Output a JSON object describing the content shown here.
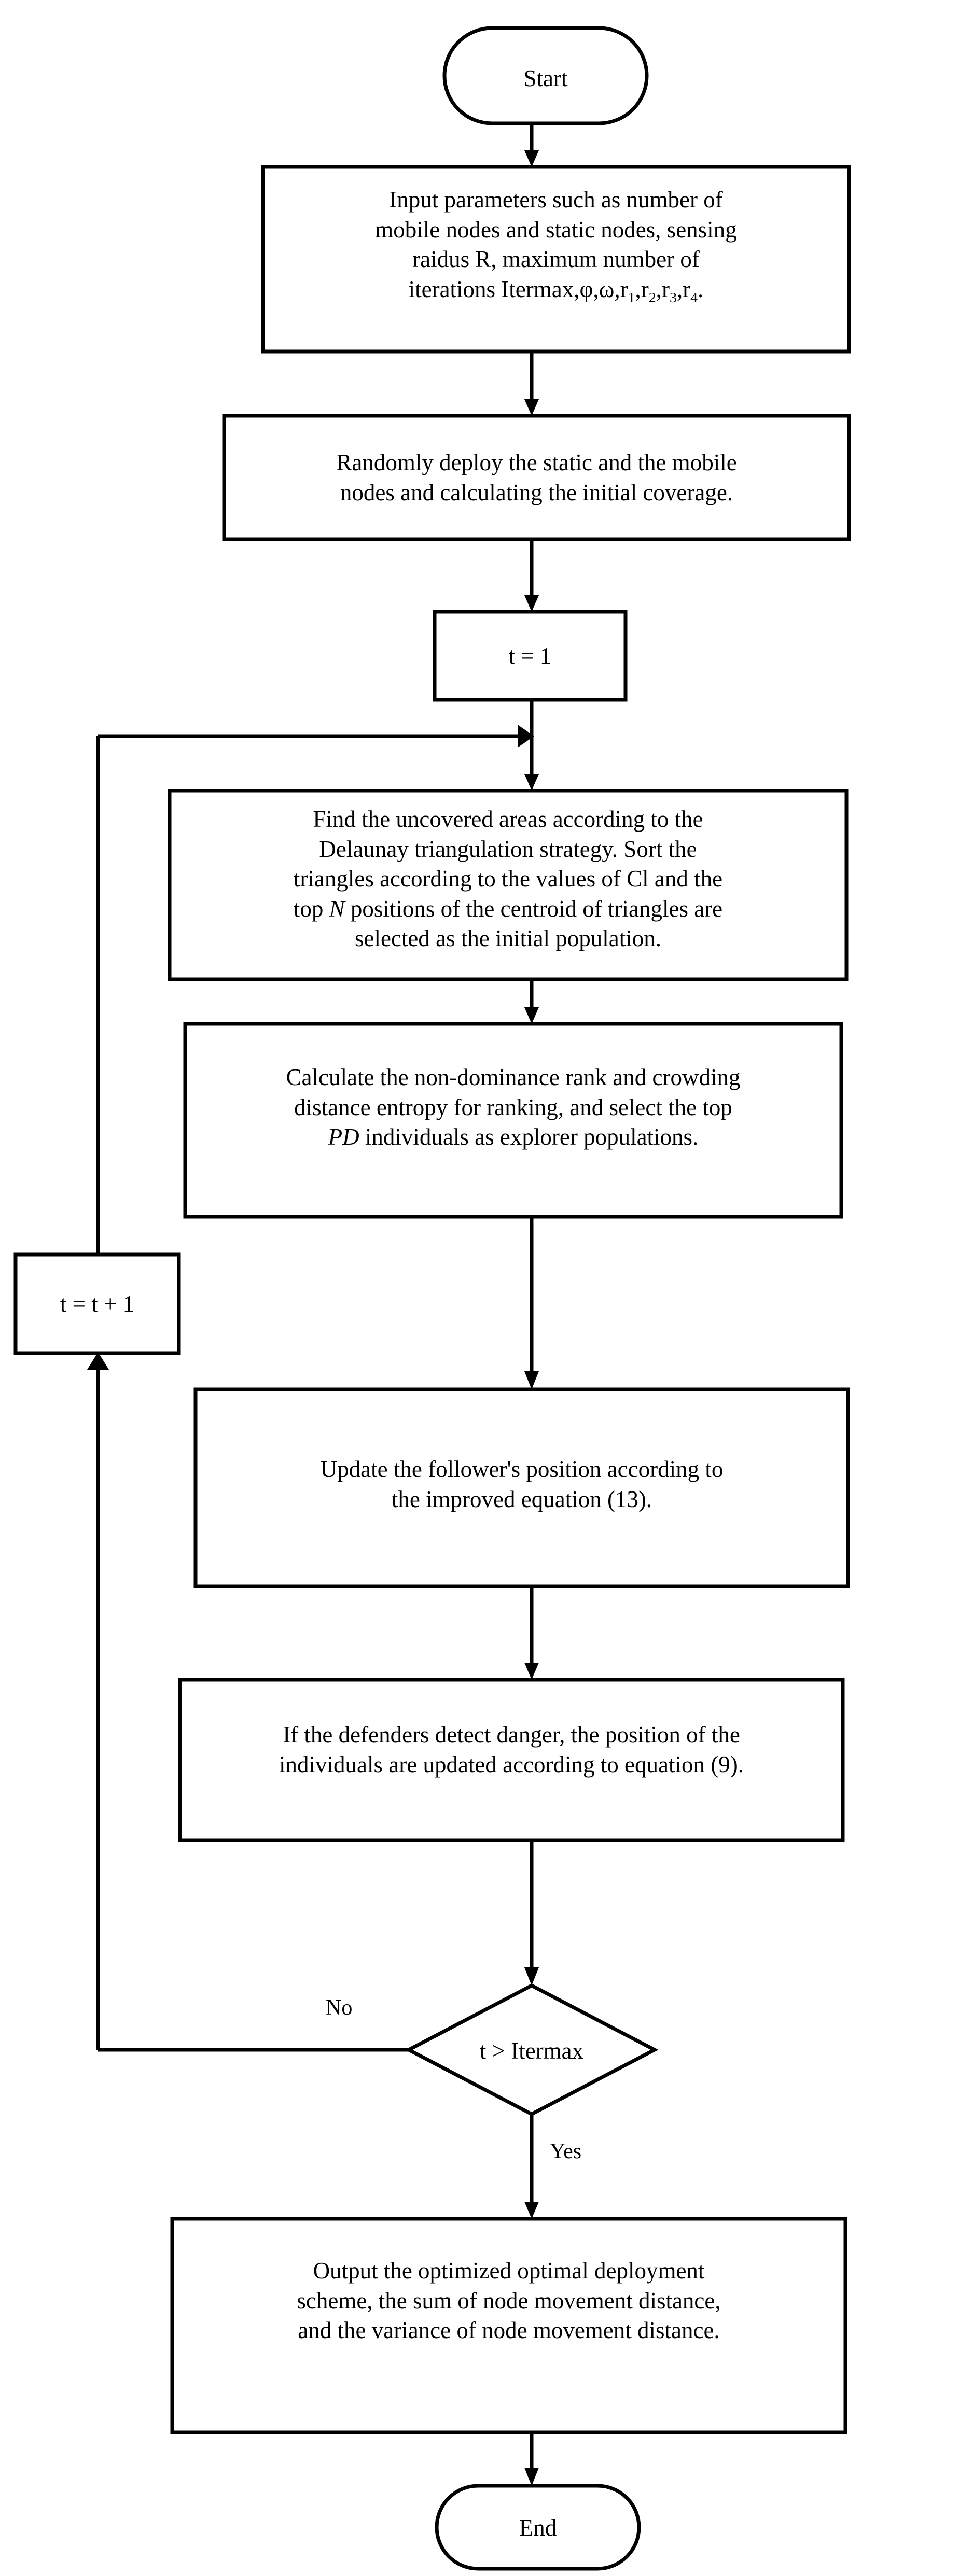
{
  "diagram": {
    "title_visible": false,
    "colors": {
      "stroke": "#000000",
      "fill": "#ffffff",
      "text": "#000000"
    },
    "nodes": {
      "start": {
        "type": "terminator",
        "label": "Start"
      },
      "input_parameters": {
        "type": "process",
        "label": "Input parameters such as number of mobile nodes and static nodes, sensing raidus R, maximum number of iterations Itermax,φ,ω,r₁,r₂,r₃,r₄."
      },
      "deploy_nodes": {
        "type": "process",
        "label": "Randomly deploy the static and the mobile nodes and calculating the initial coverage."
      },
      "init_iteration": {
        "type": "process",
        "label": "t = 1"
      },
      "find_uncovered": {
        "type": "process",
        "label": "Find the uncovered areas according to the Delaunay triangulation strategy. Sort the triangles according to the values of Cl and the top N positions of the centroid of triangles are selected as the initial population.",
        "italic_tokens": [
          "N"
        ]
      },
      "calculate_rank": {
        "type": "process",
        "label": "Calculate the non-dominance rank and crowding distance entropy for ranking, and select the top PD individuals as explorer populations.",
        "italic_tokens": [
          "PD"
        ]
      },
      "increment_iteration": {
        "type": "process",
        "label": "t = t + 1"
      },
      "update_follower": {
        "type": "process",
        "label": "Update the follower's position according to the improved equation (13)."
      },
      "defenders_detect": {
        "type": "process",
        "label": "If the defenders detect danger, the position of the individuals are updated according to equation (9)."
      },
      "decision_itermax": {
        "type": "decision",
        "label": "t > Itermax"
      },
      "output_scheme": {
        "type": "process",
        "label": "Output the optimized optimal deployment scheme, the sum of node movement distance, and the variance of node movement distance."
      },
      "end": {
        "type": "terminator",
        "label": "End"
      }
    },
    "edge_labels": {
      "no_branch": "No",
      "yes_branch": "Yes"
    }
  }
}
